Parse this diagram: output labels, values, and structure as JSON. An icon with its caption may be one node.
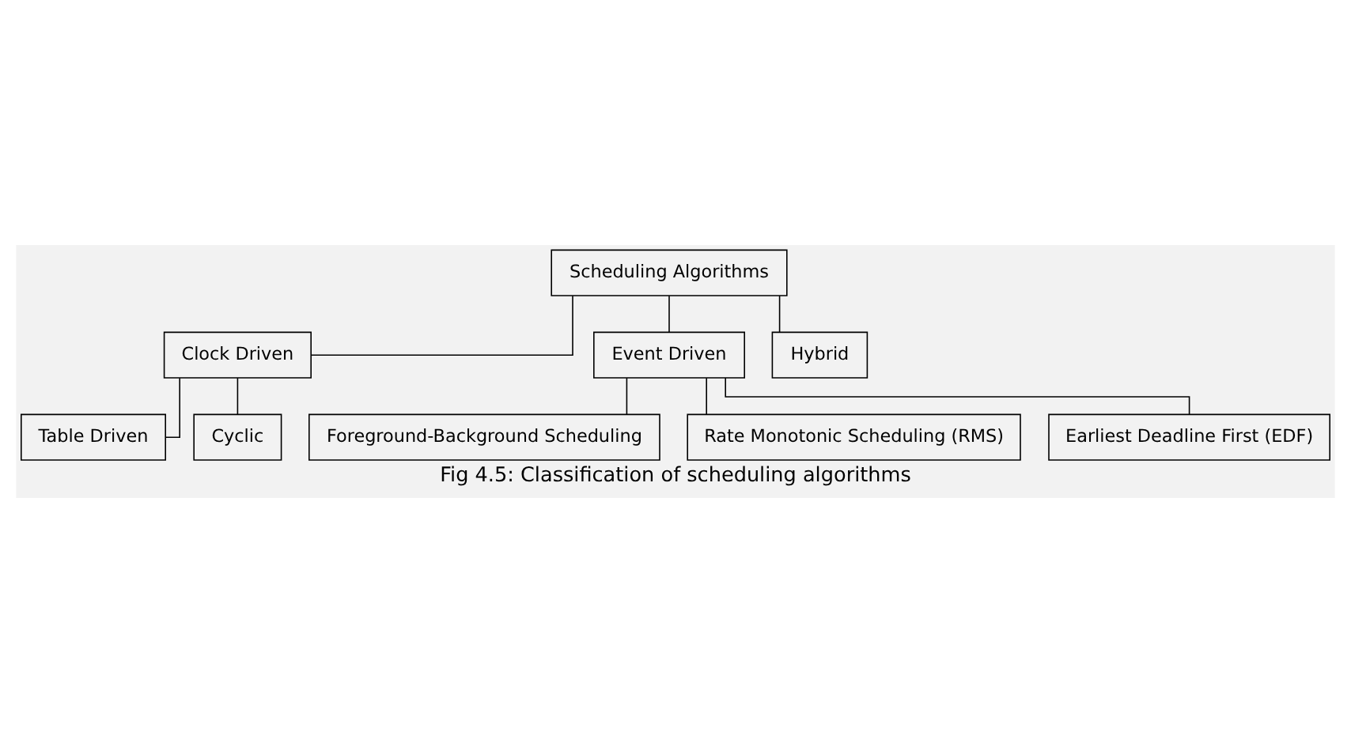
{
  "diagram": {
    "caption": "Fig 4.5: Classification of scheduling algorithms",
    "nodes": [
      {
        "text": [
          "Scheduling Algorithms"
        ]
      },
      {
        "text": [
          "Clock Driven"
        ]
      },
      {
        "text": [
          "Event Driven"
        ]
      },
      {
        "text": [
          "Hybrid"
        ]
      },
      {
        "text": [
          "Table Driven"
        ]
      },
      {
        "text": [
          "Cyclic"
        ]
      },
      {
        "text": [
          "Foreground-Background Scheduling"
        ]
      },
      {
        "text": [
          "Rate Monotonic Scheduling (RMS)"
        ]
      },
      {
        "text": [
          "Earliest Deadline First (EDF)"
        ]
      }
    ],
    "edges": [
      {
        "from": 0,
        "to": 1,
        "arrow": "none"
      },
      {
        "from": 0,
        "to": 2,
        "arrow": "none"
      },
      {
        "from": 0,
        "to": 3,
        "arrow": "none"
      },
      {
        "from": 1,
        "to": 4,
        "arrow": "none"
      },
      {
        "from": 1,
        "to": 5,
        "arrow": "none"
      },
      {
        "from": 2,
        "to": 6,
        "arrow": "none"
      },
      {
        "from": 2,
        "to": 7,
        "arrow": "none"
      },
      {
        "from": 2,
        "to": 8,
        "arrow": "none"
      }
    ]
  }
}
